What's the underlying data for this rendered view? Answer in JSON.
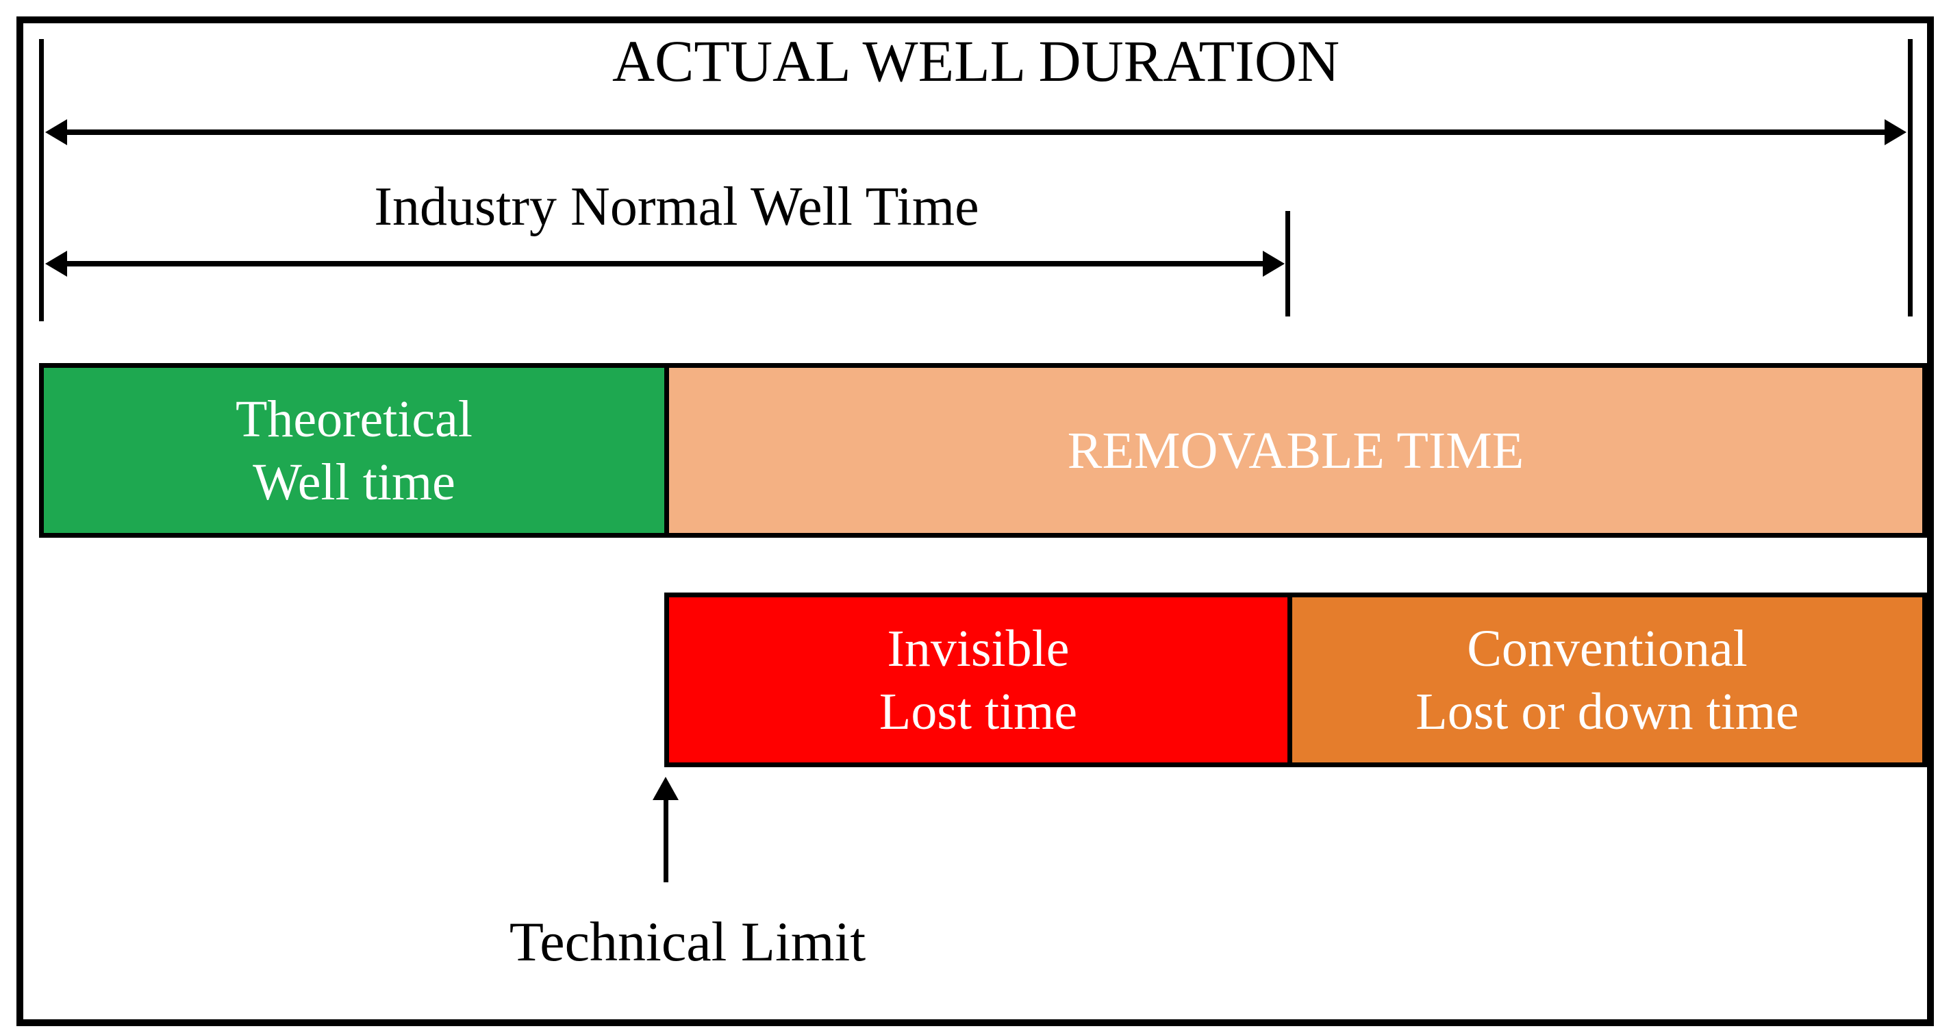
{
  "diagram": {
    "title": "ACTUAL WELL DURATION",
    "industry_arrow_label": "Industry Normal Well Time",
    "technical_limit_label": "Technical Limit",
    "segments": {
      "theoretical": {
        "line1": "Theoretical",
        "line2": "Well time",
        "color": "#1EA850"
      },
      "removable": {
        "label": "REMOVABLE TIME",
        "color": "#F4B183"
      },
      "invisible": {
        "line1": "Invisible",
        "line2": "Lost time",
        "color": "#FF0000"
      },
      "conventional": {
        "line1": "Conventional",
        "line2": "Lost or down time",
        "color": "#E57D2C"
      }
    },
    "line_color": "#000000",
    "segment_text_color": "#FFFFFF"
  }
}
